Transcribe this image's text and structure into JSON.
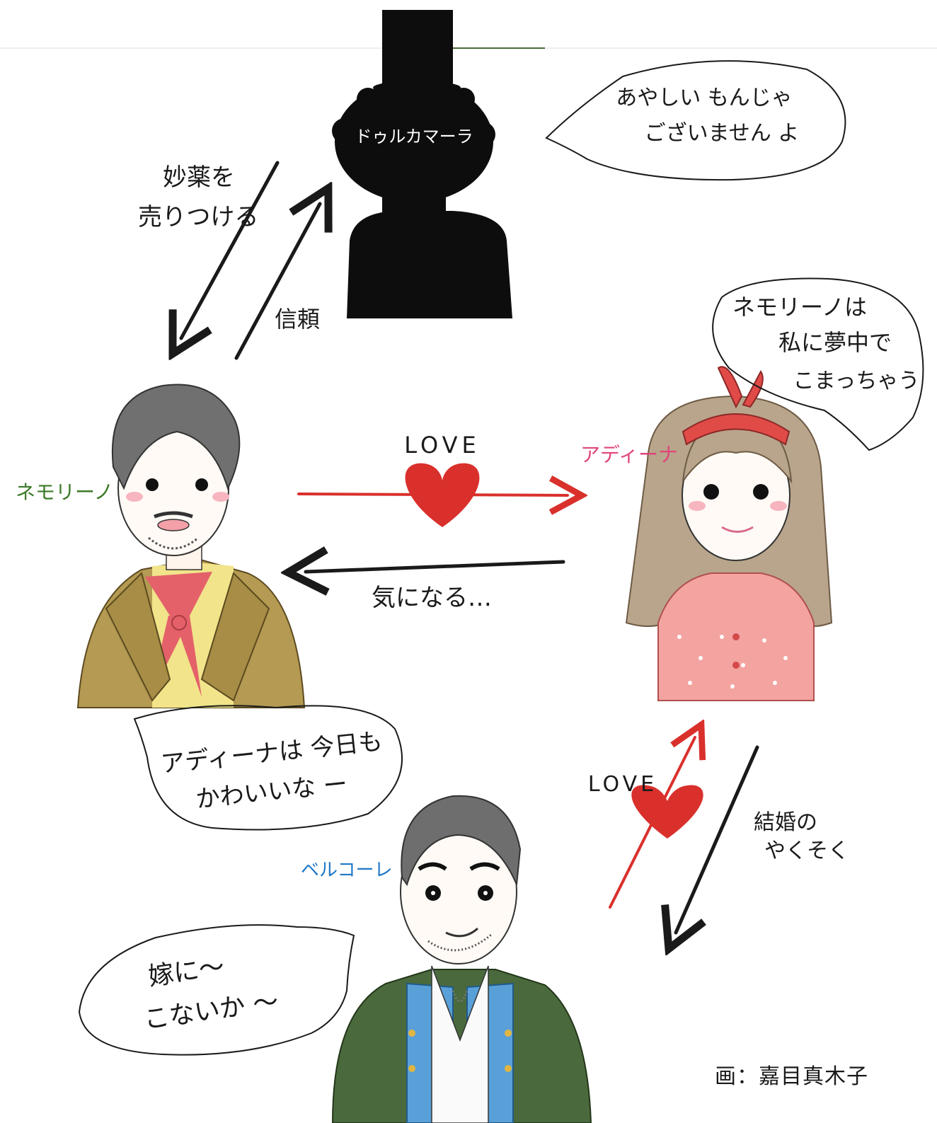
{
  "characters": {
    "dulcamara": {
      "name": "ドゥルカマーラ",
      "speech": [
        "あやしい もんじゃ",
        "ございません よ"
      ]
    },
    "nemorino": {
      "name": "ネモリーノ",
      "speech": [
        "アディーナは 今日も",
        "かわいいな ー"
      ]
    },
    "adina": {
      "name": "アディーナ",
      "speech": [
        "ネモリーノは",
        "私に夢中で",
        "こまっちゃう"
      ]
    },
    "belcore": {
      "name": "ベルコーレ",
      "speech": [
        "嫁に〜",
        "こないか 〜"
      ]
    }
  },
  "relations": {
    "dulcamara_to_nemorino": "妙薬を 売りつける",
    "nemorino_to_dulcamara": "信頼",
    "nemorino_to_adina": "LOVE",
    "adina_to_nemorino": "気になる…",
    "belcore_to_adina": "LOVE",
    "adina_to_belcore": "結婚の やくそく"
  },
  "credit": "画：嘉目真木子",
  "colors": {
    "ink": "#1a1a1a",
    "love_red": "#d9302c",
    "nemorino_label": "#3d7a2a",
    "adina_label": "#e0457a",
    "belcore_label": "#1f78c8"
  }
}
